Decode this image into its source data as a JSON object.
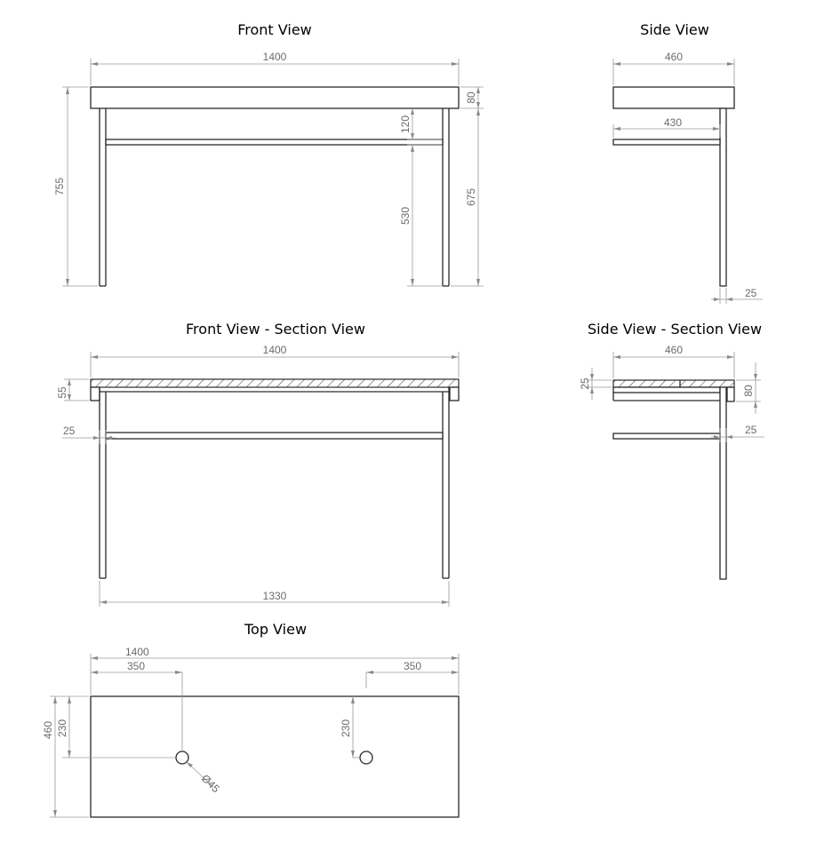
{
  "views": {
    "front": {
      "title": "Front View",
      "dims": {
        "width": "1400",
        "height": "755",
        "top": "80",
        "gap": "120",
        "shelf": "530",
        "leg": "675"
      }
    },
    "side": {
      "title": "Side View",
      "dims": {
        "depth": "460",
        "shelf": "430",
        "leg": "25"
      }
    },
    "front_section": {
      "title": "Front View - Section View",
      "dims": {
        "width": "1400",
        "top": "55",
        "shelf": "25",
        "inner": "1330"
      }
    },
    "side_section": {
      "title": "Side View - Section View",
      "dims": {
        "depth": "460",
        "top": "25",
        "height": "80",
        "shelf": "25"
      }
    },
    "top": {
      "title": "Top View",
      "dims": {
        "width": "1400",
        "left": "350",
        "right": "350",
        "depth": "460",
        "hole_left": "230",
        "hole_right": "230",
        "hole_dia": "Ø45"
      }
    }
  }
}
